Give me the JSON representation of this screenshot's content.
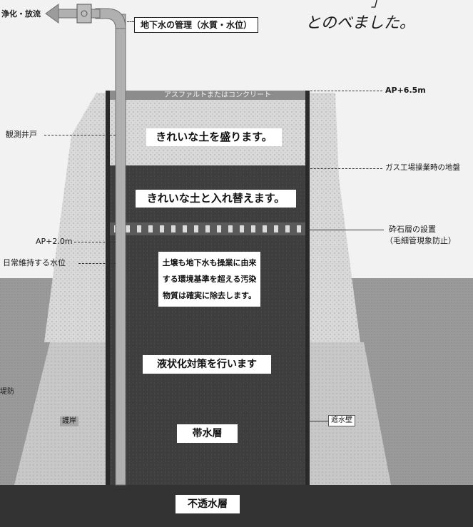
{
  "header": {
    "outlet_label": "浄化・放流",
    "groundwater_box": "地下水の管理（水質・水位）",
    "handwritten_1": "」",
    "handwritten_2": "とのべました。"
  },
  "left_annotations": {
    "monitoring_well": "観測井戸",
    "ap_low": "AP+2.0m",
    "water_level": "日常維持する水位"
  },
  "right_annotations": {
    "ap_high": "AP+6.5m",
    "gas_plant_ground": "ガス工場操業時の地盤",
    "gravel_line1": "砕石層の設置",
    "gravel_line2": "（毛細管現象防止）"
  },
  "layers": {
    "asphalt": "アスファルトまたはコンクリート",
    "clean_fill": "きれいな土を盛ります。",
    "clean_replace": "きれいな土と入れ替えます。",
    "removal_text": [
      "土壌も地下水も操業に由来",
      "する環境基準を超える汚染",
      "物質は確実に除去します。"
    ],
    "liquefaction": "液状化対策を行います",
    "aquifer": "帯水層",
    "impermeable": "不透水層"
  },
  "side_labels": {
    "left_edge": "堤防",
    "embankment": "護岸",
    "barrier_wall": "遮水壁"
  },
  "colors": {
    "dark_fill": "#3c3c3c",
    "bottom_layer": "#333333",
    "light_fill": "#d8d8d8",
    "embankment": "#c6c6c6",
    "water": "#9a9a9a",
    "pipe": "#a8a8a8"
  }
}
